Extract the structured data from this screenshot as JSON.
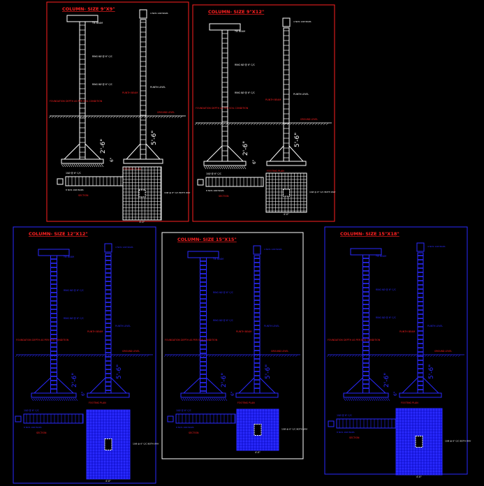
{
  "panels": [
    {
      "id": "p1",
      "frame_color": "#ff2020",
      "draw_color": "#ffffff",
      "mesh_color": "#ffffff",
      "title": "COLUMN- SIZE 9\"X9\"",
      "title_color": "#ff2020"
    },
    {
      "id": "p2",
      "frame_color": "#ff2020",
      "draw_color": "#ffffff",
      "mesh_color": "#ffffff",
      "title": "COLUMN- SIZE 9\"X12\"",
      "title_color": "#ff2020"
    },
    {
      "id": "p3",
      "frame_color": "#2a2aff",
      "draw_color": "#2a2aff",
      "mesh_color": "#2a2aff",
      "title": "COLUMN- SIZE 12\"X12\"",
      "title_color": "#ff2020"
    },
    {
      "id": "p4",
      "frame_color": "#ffffff",
      "draw_color": "#2a2aff",
      "mesh_color": "#2a2aff",
      "title": "COLUMN- SIZE 15\"X15\"",
      "title_color": "#ff2020"
    },
    {
      "id": "p5",
      "frame_color": "#2a2aff",
      "draw_color": "#2a2aff",
      "mesh_color": "#2a2aff",
      "title": "COLUMN- SIZE 15\"X18\"",
      "title_color": "#ff2020"
    }
  ],
  "labels": {
    "top_beam": "TIE BEAM",
    "ties": "RING 6Ø @ 6\" C/C",
    "ties_alt": "RING 8Ø @ 6\" C/C",
    "plinth_level": "PLINTH LEVEL",
    "plinth_beam": "PLINTH BEAM",
    "ground_level": "GROUND LEVEL",
    "footing_note": "FOUNDATION DEPTH AS PER SOIL CONDITION",
    "section": "SECTION",
    "footing_plan": "FOOTING PLAN",
    "mesh_note": "10Ø @ 6\" C/C BOTH WAY",
    "bar_note": "4 NOS 12Ø BARS",
    "bar_note_alt": "8 NOS 16Ø BARS",
    "stirrup_note": "10Ø @ 6\" C/C",
    "dim_a": "5'-6\"",
    "dim_b": "2'-6\"",
    "dim_c": "6\"",
    "dim_w": "4'-0\""
  }
}
